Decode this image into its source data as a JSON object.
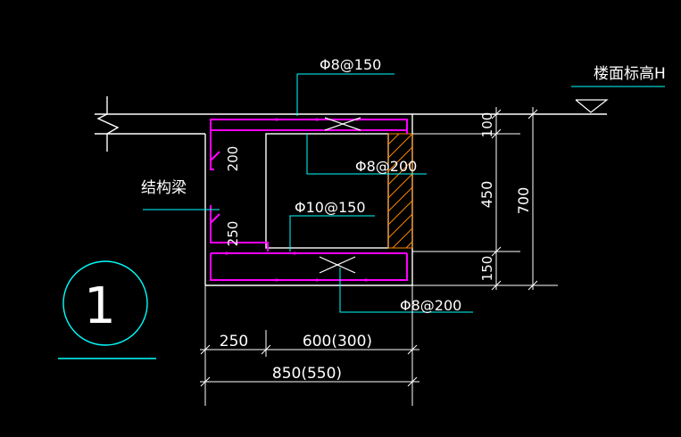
{
  "colors": {
    "background": "#000000",
    "concrete_line": "#ffffff",
    "rebar": "#ff00ff",
    "dimension": "#00ffff",
    "leader": "#00ffff",
    "text_white": "#ffffff",
    "text_cyan": "#00ffff",
    "hatch": "#ff8800"
  },
  "labels": {
    "rebar_top_note": "Φ8@150",
    "rebar_stirrup_note": "Φ8@200",
    "rebar_mid_note": "Φ10@150",
    "rebar_bottom_note": "Φ8@200",
    "floor_level": "楼面标高H",
    "structural_beam": "结构梁",
    "detail_number": "1"
  },
  "dimensions": {
    "right_top": "100",
    "right_mid": "450",
    "right_bottom": "150",
    "right_total": "700",
    "inner_top": "200",
    "inner_bottom": "250",
    "bottom_left": "250",
    "bottom_right": "600(300)",
    "bottom_total": "850(550)"
  }
}
